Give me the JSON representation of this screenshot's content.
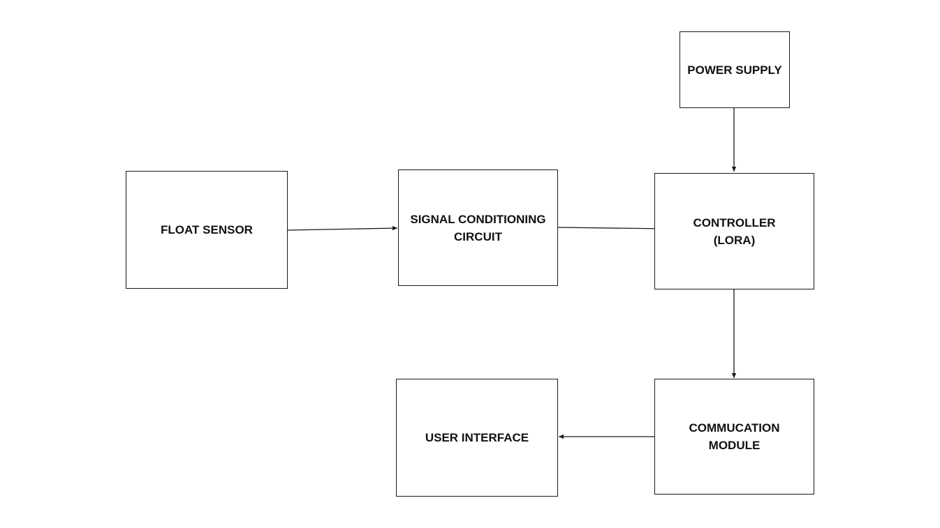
{
  "blocks": {
    "power_supply": "POWER SUPPLY",
    "float_sensor": "FLOAT SENSOR",
    "signal_conditioning": "SIGNAL CONDITIONING\nCIRCUIT",
    "controller": "CONTROLLER\n(LORA)",
    "communication_module": "COMMUCATION\nMODULE",
    "user_interface": "USER INTERFACE"
  },
  "colors": {
    "line": "#1a1a1a",
    "text": "#111111",
    "background": "#ffffff"
  }
}
